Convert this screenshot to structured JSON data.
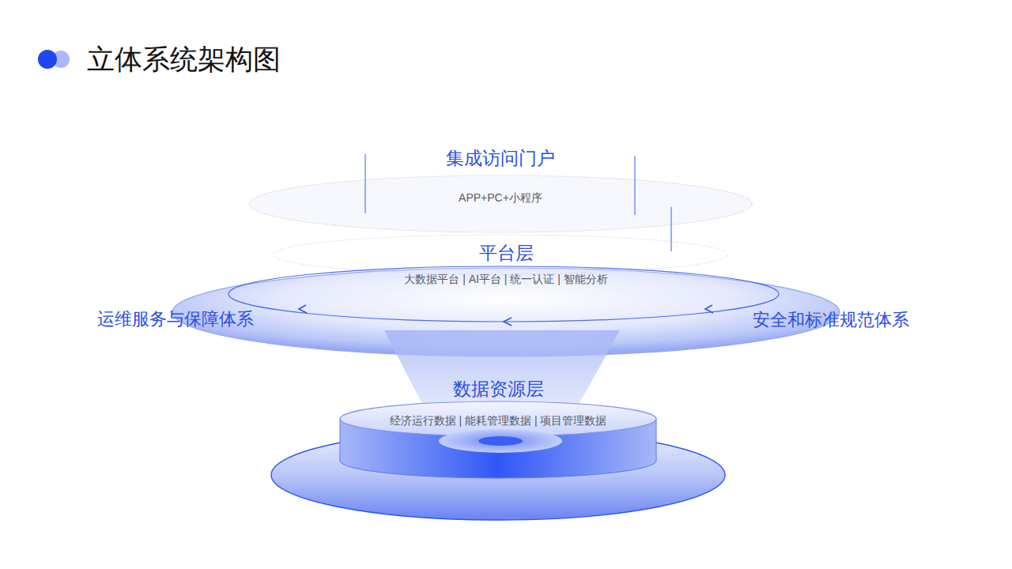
{
  "diagram": {
    "title": "立体系统架构图",
    "nodes": [
      {
        "text": [
          "集成访问门户",
          "APP+PC+小程序"
        ]
      },
      {
        "text": [
          "平台层",
          "大数据平台 | AI平台 | 统一认证 | 智能分析"
        ]
      },
      {
        "text": [
          "数据资源层",
          "经济运行数据 | 能耗管理数据 | 项目管理数据"
        ]
      }
    ],
    "labels": [
      "运维服务与保障体系",
      "安全和标准规范体系"
    ]
  }
}
